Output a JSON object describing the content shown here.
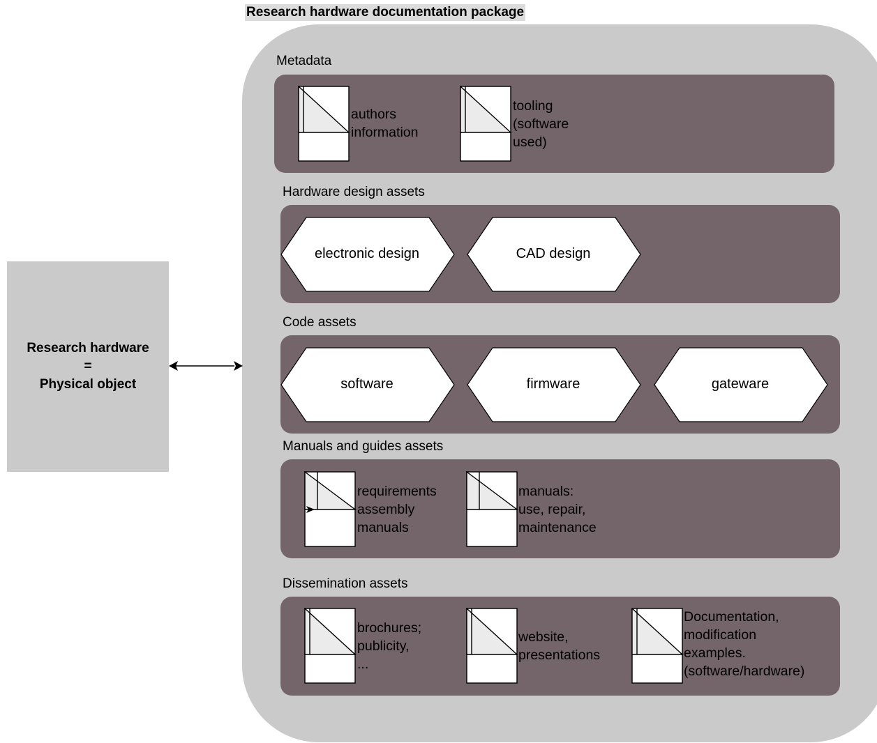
{
  "title": "Research hardware documentation package",
  "left_box": {
    "line1": "Research hardware",
    "line2": "=",
    "line3": "Physical object"
  },
  "sections": {
    "metadata": {
      "label": "Metadata",
      "docs": [
        "authors\ninformation",
        "tooling\n(software\nused)"
      ]
    },
    "hardware": {
      "label": "Hardware design assets",
      "hexes": [
        "electronic design",
        "CAD design"
      ]
    },
    "code": {
      "label": "Code assets",
      "hexes": [
        "software",
        "firmware",
        "gateware"
      ]
    },
    "manuals": {
      "label": "Manuals and guides assets",
      "docs": [
        "requirements\nassembly\nmanuals",
        "manuals:\nuse, repair,\nmaintenance"
      ]
    },
    "dissemination": {
      "label": "Dissemination assets",
      "docs": [
        "brochures;\npublicity,\n...",
        "website,\npresentations",
        "Documentation,\nmodification\nexamples.\n(software/hardware)"
      ]
    }
  }
}
